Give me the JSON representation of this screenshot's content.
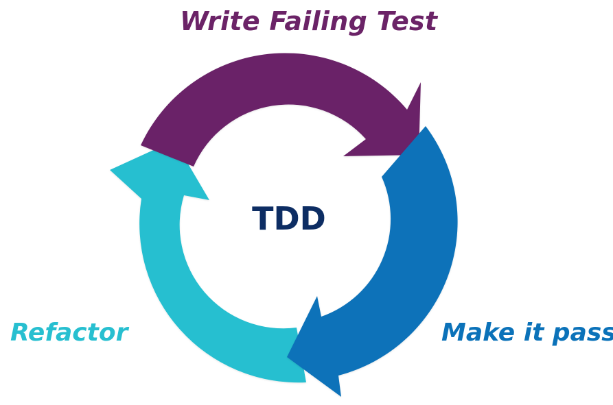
{
  "diagram": {
    "center_label": "TDD",
    "steps": [
      {
        "id": "write-failing-test",
        "label": "Write Failing Test",
        "color": "#6b2367"
      },
      {
        "id": "make-it-pass",
        "label": "Make it pass",
        "color": "#0b72b9"
      },
      {
        "id": "refactor",
        "label": "Refactor",
        "color": "#27bfd0"
      }
    ],
    "center_color": "#0d2d63"
  }
}
